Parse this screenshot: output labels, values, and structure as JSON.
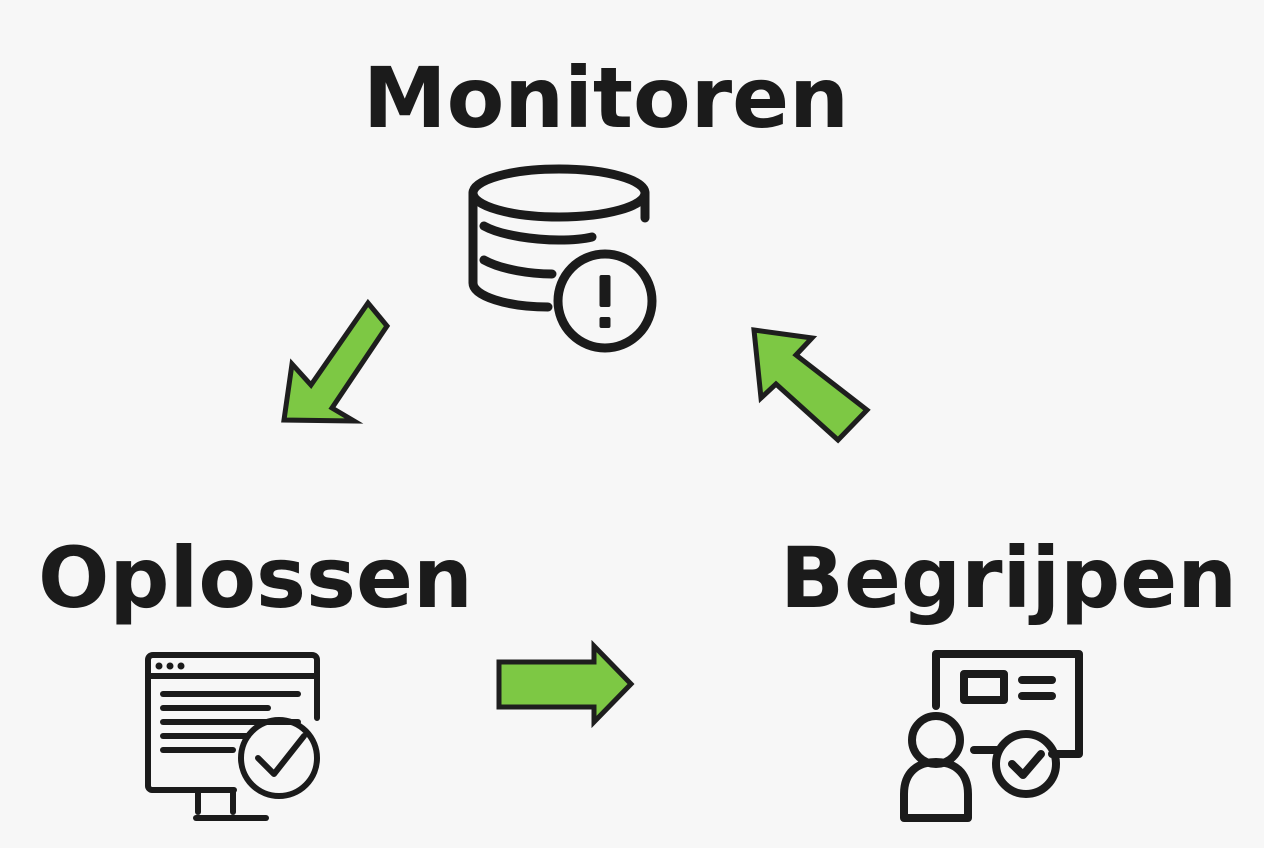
{
  "diagram": {
    "nodes": [
      {
        "id": "monitoren",
        "label": "Monitoren",
        "icon": "database-alert-icon"
      },
      {
        "id": "begrijpen",
        "label": "Begrijpen",
        "icon": "person-presentation-check-icon"
      },
      {
        "id": "oplossen",
        "label": "Oplossen",
        "icon": "monitor-checklist-check-icon"
      }
    ],
    "edges": [
      {
        "from": "monitoren",
        "to": "oplossen"
      },
      {
        "from": "oplossen",
        "to": "begrijpen"
      },
      {
        "from": "begrijpen",
        "to": "monitoren"
      }
    ],
    "colors": {
      "arrow_fill": "#7dc844",
      "arrow_stroke": "#1e1e1e",
      "text": "#1b1b1b",
      "icon_stroke": "#1b1b1b",
      "background": "#f7f7f7"
    }
  }
}
